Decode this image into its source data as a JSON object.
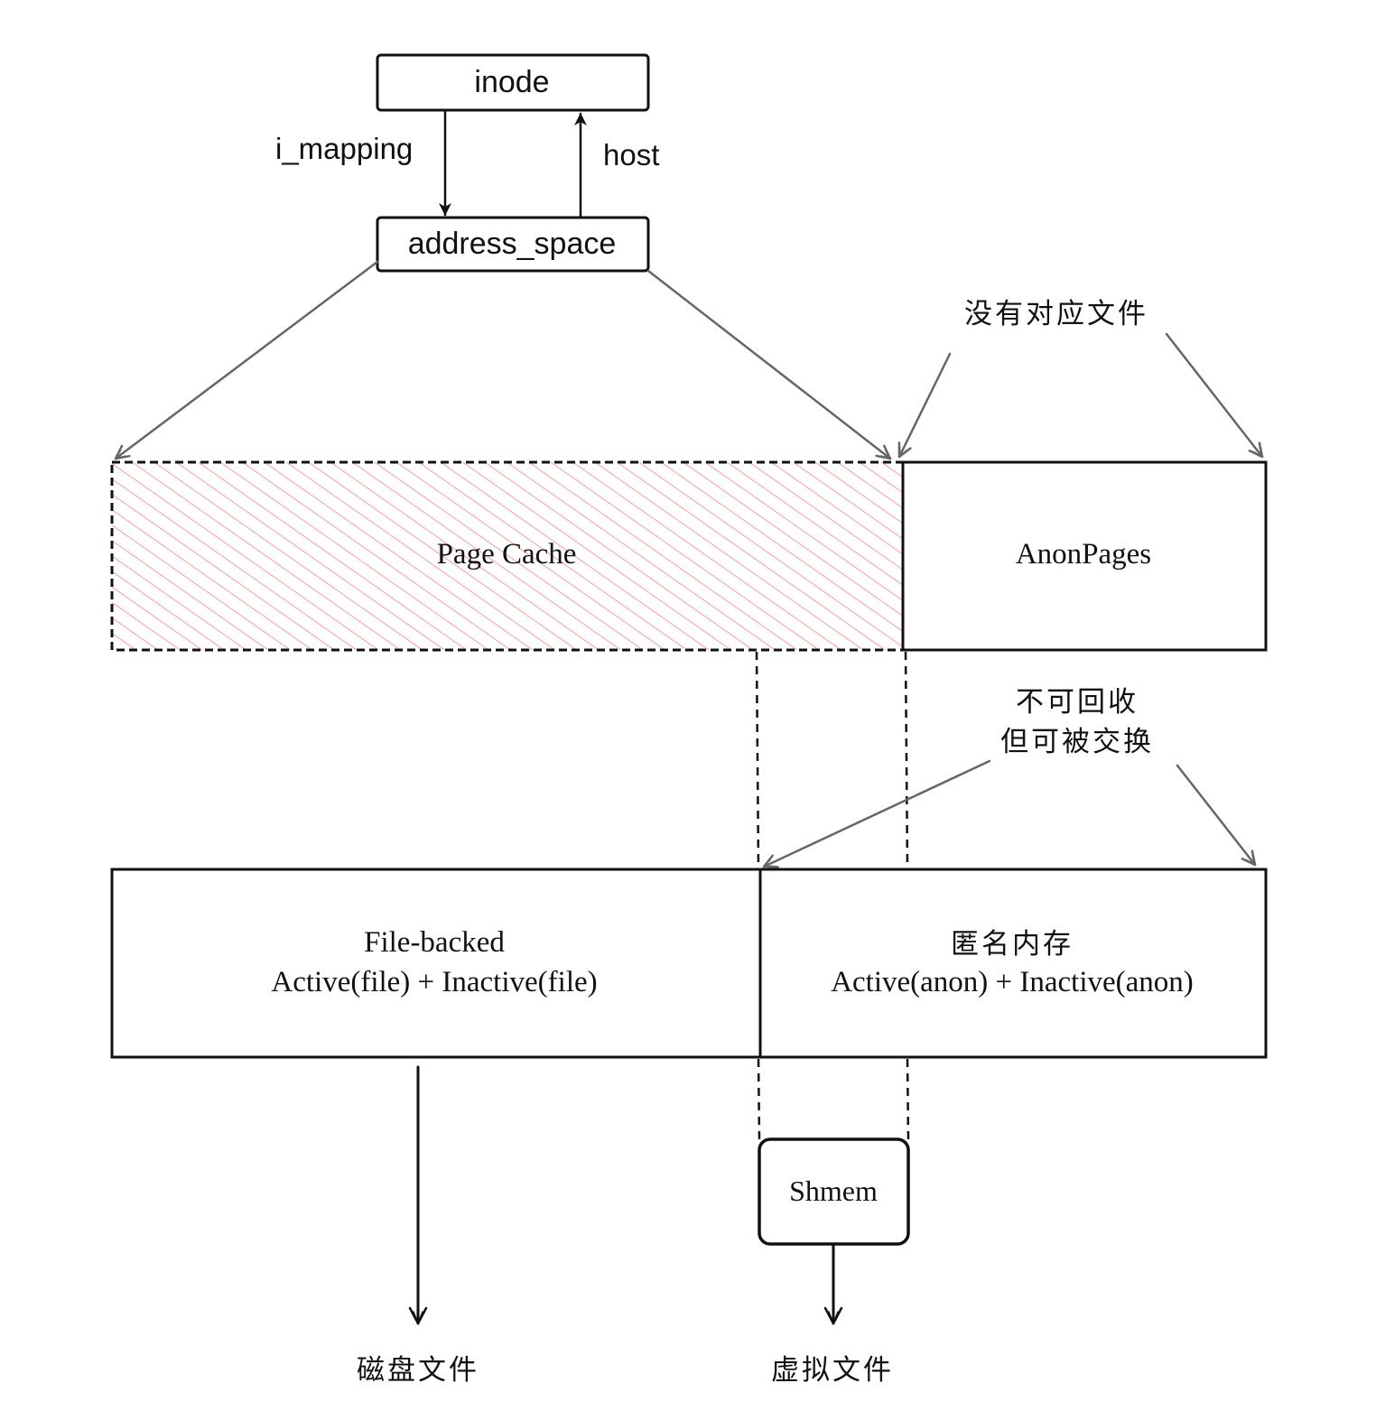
{
  "nodes": {
    "inode": "inode",
    "address_space": "address_space",
    "page_cache": "Page Cache",
    "anon_pages": "AnonPages",
    "file_backed": {
      "line1": "File-backed",
      "line2": "Active(file) + Inactive(file)"
    },
    "anon_memory": {
      "line1": "匿名内存",
      "line2": "Active(anon) + Inactive(anon)"
    },
    "shmem": "Shmem"
  },
  "edge_labels": {
    "i_mapping": "i_mapping",
    "host": "host",
    "no_file": "没有对应文件",
    "not_reclaimable_line1": "不可回收",
    "not_reclaimable_line2": "但可被交换"
  },
  "destinations": {
    "disk_file": "磁盘文件",
    "virtual_file": "虚拟文件"
  },
  "colors": {
    "page_cache_hatch": "#f4a6a6",
    "stroke": "#111111",
    "arrow_gray": "#666666"
  }
}
